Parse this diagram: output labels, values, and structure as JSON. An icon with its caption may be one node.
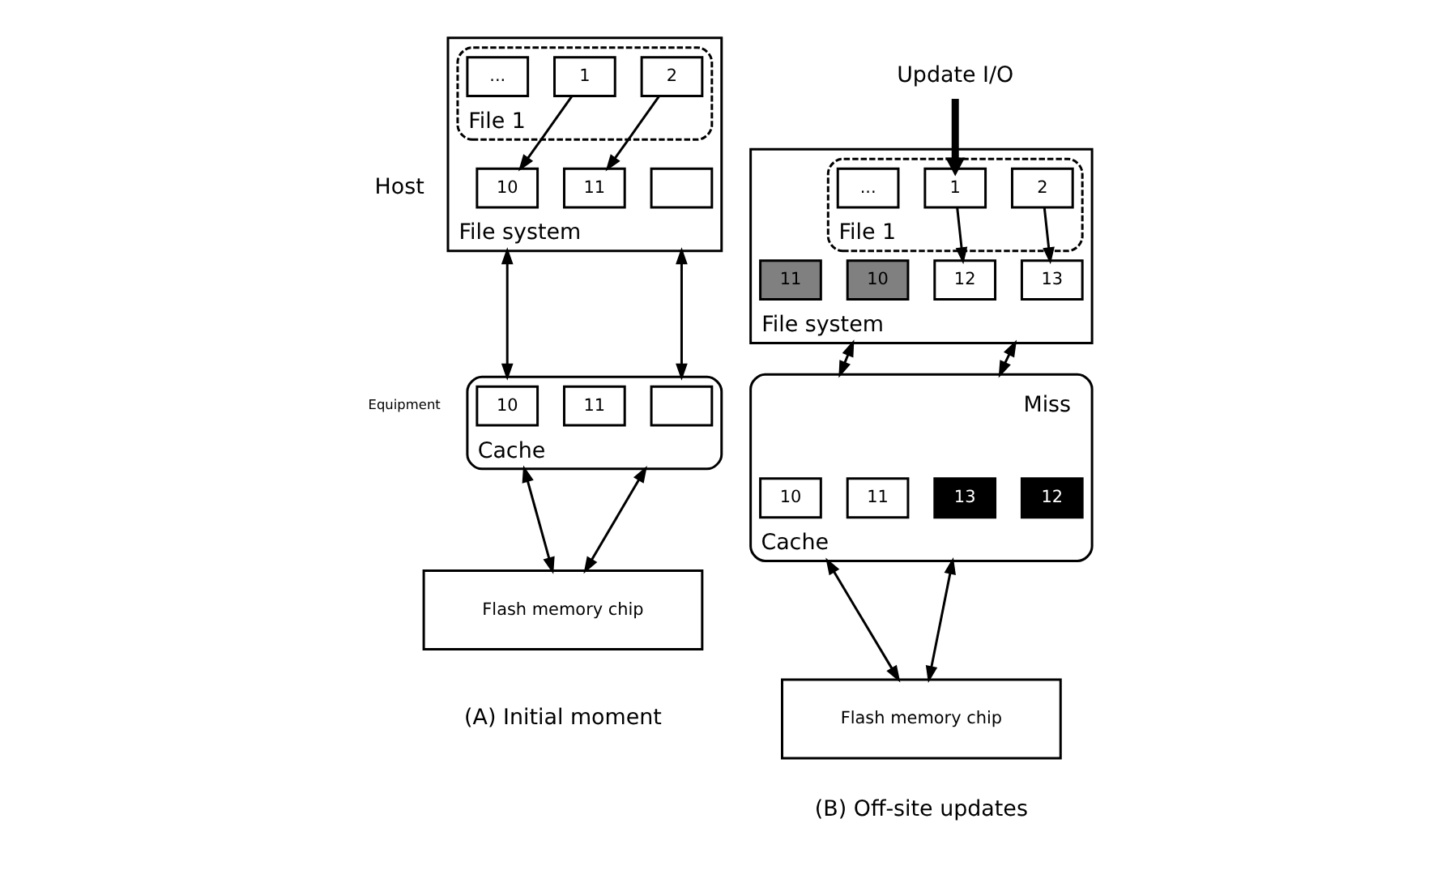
{
  "diagram": {
    "nodes": [
      {
        "text": [
          "File system"
        ]
      },
      {
        "text": [
          "File 1"
        ],
        "in": 0
      },
      {
        "text": [
          "1"
        ],
        "in": 1
      },
      {
        "text": [
          "2"
        ],
        "in": 1
      },
      {
        "text": [
          "..."
        ],
        "in": 1
      },
      {
        "text": [
          "10"
        ],
        "in": 0
      },
      {
        "text": [
          "11"
        ],
        "in": 0
      },
      {
        "text": [],
        "shape": "box",
        "in": 0
      },
      {
        "text": [
          "Cache"
        ]
      },
      {
        "text": [
          "10"
        ],
        "in": 8
      },
      {
        "text": [
          "11"
        ],
        "in": 8
      },
      {
        "text": [],
        "shape": "box",
        "in": 8
      },
      {
        "text": [
          "Flash memory chip"
        ]
      },
      {
        "text": [
          "Update I/O"
        ]
      },
      {
        "text": [
          "File system"
        ]
      },
      {
        "text": [
          "File 1"
        ],
        "in": 14
      },
      {
        "text": [
          "1"
        ],
        "in": 15
      },
      {
        "text": [
          "2"
        ],
        "in": 15
      },
      {
        "text": [
          "..."
        ],
        "in": 15
      },
      {
        "text": [
          "10"
        ],
        "in": 14
      },
      {
        "text": [
          "11"
        ],
        "in": 14
      },
      {
        "text": [
          "12"
        ],
        "in": 14
      },
      {
        "text": [
          "13"
        ],
        "in": 14
      },
      {
        "text": [
          "Cache"
        ]
      },
      {
        "text": [
          "10"
        ],
        "in": 23
      },
      {
        "text": [
          "11"
        ],
        "in": 23
      },
      {
        "text": [
          "12"
        ],
        "in": 23
      },
      {
        "text": [
          "13"
        ],
        "in": 23
      },
      {
        "text": [
          "Flash memory chip"
        ]
      }
    ],
    "edges": [
      {
        "from": 2,
        "to": 5,
        "arrow": "to"
      },
      {
        "from": 3,
        "to": 6,
        "arrow": "to"
      },
      {
        "from": 0,
        "to": 8,
        "arrow": "both"
      },
      {
        "from": 0,
        "to": 8,
        "arrow": "both"
      },
      {
        "from": 8,
        "to": 12,
        "arrow": "both"
      },
      {
        "from": 8,
        "to": 12,
        "arrow": "both"
      },
      {
        "from": 13,
        "to": 16,
        "arrow": "to",
        "style": "thick"
      },
      {
        "from": 16,
        "to": 21,
        "arrow": "to"
      },
      {
        "from": 17,
        "to": 22,
        "arrow": "to"
      },
      {
        "from": 14,
        "to": 23,
        "arrow": "both"
      },
      {
        "from": 14,
        "to": 23,
        "arrow": "both"
      },
      {
        "from": 23,
        "to": 28,
        "arrow": "both"
      },
      {
        "from": 23,
        "to": 28,
        "arrow": "both"
      }
    ],
    "labels": [
      "Host",
      "Equipment",
      "Miss",
      "(A) Initial moment",
      "(B) Off-site updates"
    ]
  }
}
